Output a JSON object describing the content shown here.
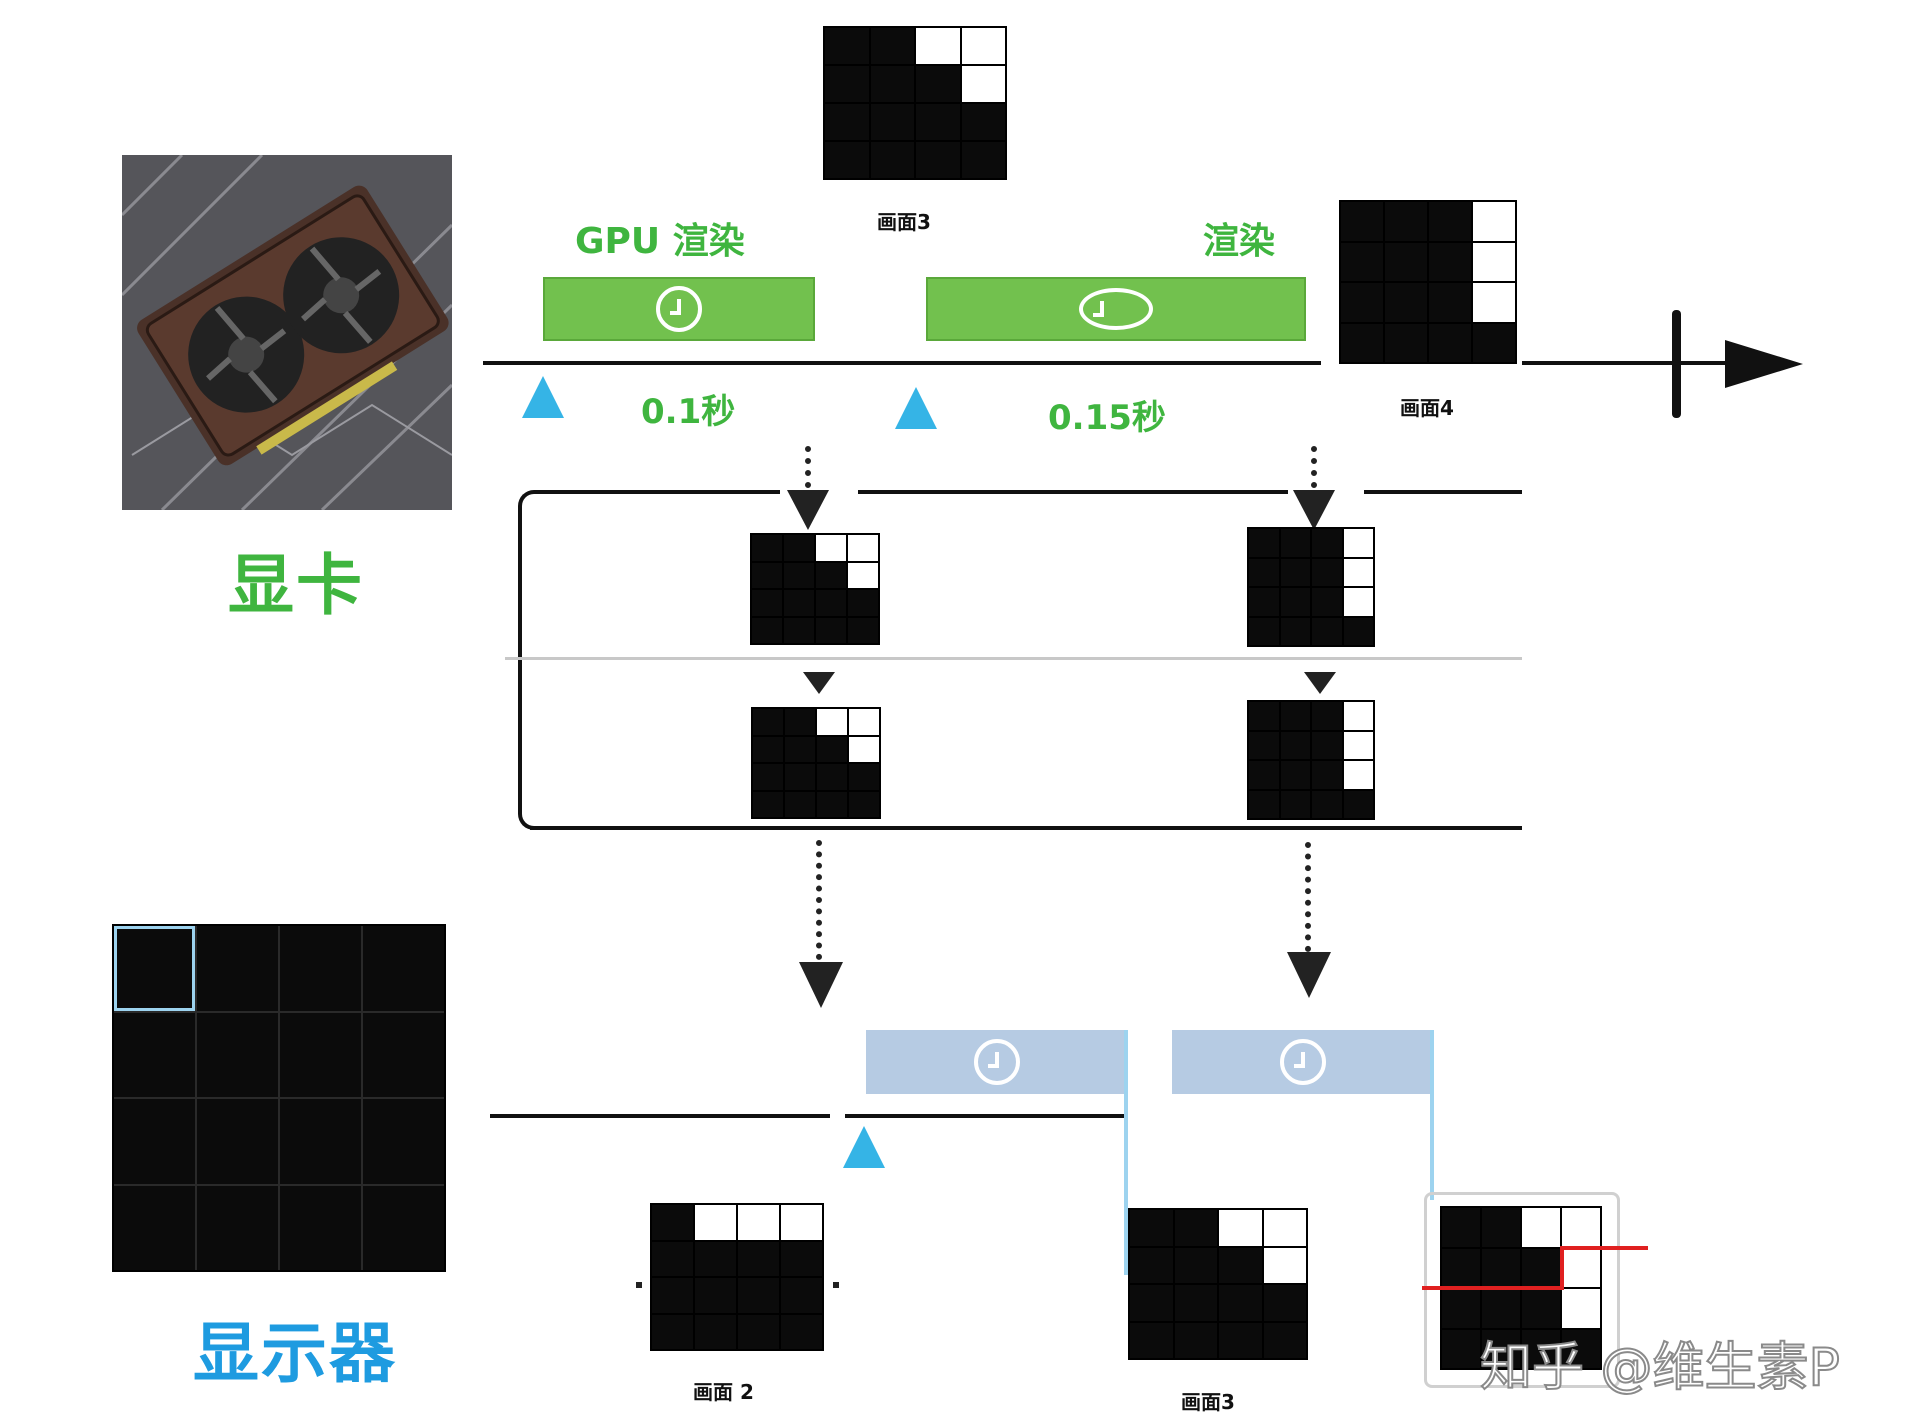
{
  "gpu": {
    "caption": "显卡",
    "photo_icon": "graphics-card-photo",
    "render_label_1": "GPU 渲染",
    "render_label_2": "渲染",
    "time_1": "0.1秒",
    "time_2": "0.15秒",
    "frame3_label": "画面3",
    "frame4_label": "画面4"
  },
  "monitor": {
    "caption": "显示器",
    "frame2_label": "画面 2",
    "frame3_label": "画面3"
  },
  "watermark": "知乎 @维生素P",
  "colors": {
    "green": "#3fb53f",
    "green_bar": "#72c14e",
    "blue_caption": "#1e9be0",
    "blue_bar": "#b6cbe3",
    "triangle": "#35b4e6",
    "tear_line": "#e02020"
  }
}
